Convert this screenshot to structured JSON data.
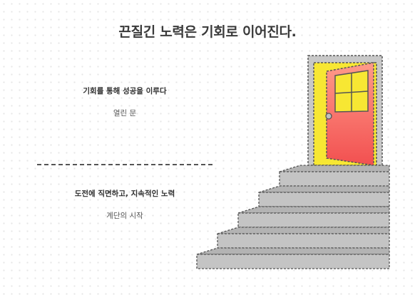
{
  "title": "끈질긴 노력은 기회로 이어진다.",
  "section_top": {
    "heading": "기회를 통해 성공을 이루다",
    "label": "열린 문"
  },
  "section_bottom": {
    "heading": "도전에 직면하고, 지속적인 노력",
    "label": "계단의 시작"
  },
  "colors": {
    "door_red": "#f25f5f",
    "door_frame_yellow": "#f7e733",
    "frame_gray": "#c8c8c8",
    "stair_gray": "#c4c4c4",
    "outline": "#555555"
  }
}
